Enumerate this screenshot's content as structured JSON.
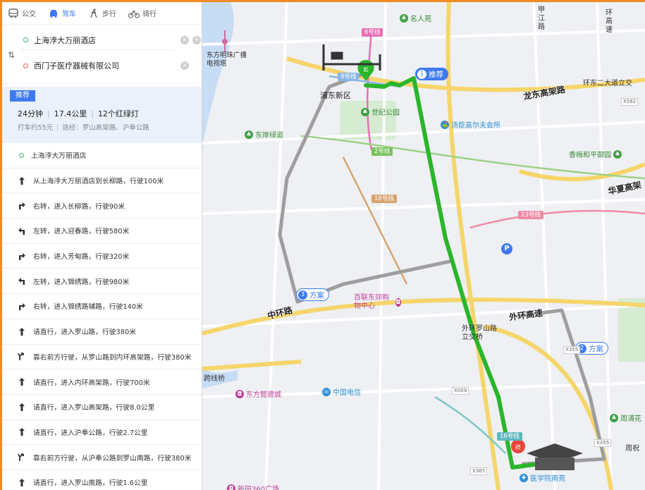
{
  "modes": [
    {
      "label": "公交",
      "icon": "bus-icon"
    },
    {
      "label": "驾车",
      "icon": "car-icon",
      "active": true
    },
    {
      "label": "步行",
      "icon": "walk-icon"
    },
    {
      "label": "骑行",
      "icon": "bike-icon"
    }
  ],
  "route": {
    "origin": "上海浡大万丽酒店",
    "destination": "西门子医疗器械有限公司"
  },
  "summary": {
    "tag": "推荐",
    "duration": "24分钟",
    "distance": "17.4公里",
    "lights": "12个红绿灯",
    "taxi": "打车约55元",
    "via": "途经：罗山高架路、沪奉公路"
  },
  "start_label": "上海浡大万丽酒店",
  "steps": [
    {
      "icon": "straight-arrow-icon",
      "text": "从上海浡大万丽酒店到长柳路，行驶100米"
    },
    {
      "icon": "right-turn-icon",
      "text": "右转，进入长柳路，行驶90米"
    },
    {
      "icon": "left-turn-icon",
      "text": "左转，进入迎春路，行驶580米"
    },
    {
      "icon": "right-turn-icon",
      "text": "右转，进入芳甸路，行驶320米"
    },
    {
      "icon": "left-turn-icon",
      "text": "左转，进入锦绣路，行驶980米"
    },
    {
      "icon": "right-turn-icon",
      "text": "右转，进入锦绣路辅路，行驶140米"
    },
    {
      "icon": "straight-arrow-icon",
      "text": "请直行，进入罗山路，行驶380米"
    },
    {
      "icon": "fork-right-icon",
      "text": "靠右前方行驶，从罗山路到内环高架路，行驶380米"
    },
    {
      "icon": "straight-arrow-icon",
      "text": "请直行，进入内环高架路，行驶700米"
    },
    {
      "icon": "straight-arrow-icon",
      "text": "请直行，进入罗山高架路，行驶8.0公里"
    },
    {
      "icon": "straight-arrow-icon",
      "text": "请直行，进入沪奉公路，行驶2.7公里"
    },
    {
      "icon": "fork-right-icon",
      "text": "靠右前方行驶，从沪奉公路到罗山南路，行驶380米"
    },
    {
      "icon": "straight-arrow-icon",
      "text": "请直行，进入罗山南路，行驶1.6公里"
    }
  ],
  "map": {
    "bubbles": [
      {
        "num": "1",
        "label": "推荐",
        "selected": true
      },
      {
        "num": "2",
        "label": "方案"
      },
      {
        "num": "3",
        "label": "方案"
      }
    ],
    "roads": [
      "龙东高架路",
      "华夏高架",
      "外环高速",
      "中环路",
      "外环罗山路立交桥",
      "环东二大道立交",
      "甲江路",
      "环高速",
      "跨线桥"
    ],
    "areas": [
      "浦东新区",
      "东方明珠广播电视塔",
      "东岸绿道",
      "名人苑",
      "世纪公园",
      "汤臣高尔夫会所",
      "香梅和平御园",
      "百联东郊购物中心",
      "东方懿德城",
      "中国电信",
      "医学院南苑",
      "周浦花",
      "周祝",
      "新田360广场"
    ],
    "metro": [
      "6号线",
      "9号线",
      "2号线",
      "18号线",
      "13号线",
      "16号线"
    ],
    "highway_codes": [
      "X582",
      "X355",
      "X009",
      "X365",
      "X355"
    ],
    "colors": {
      "route": "#2bb52b",
      "alt": "#9e9e9e",
      "accent": "#3d7af0",
      "frame": "#f08a24"
    }
  }
}
